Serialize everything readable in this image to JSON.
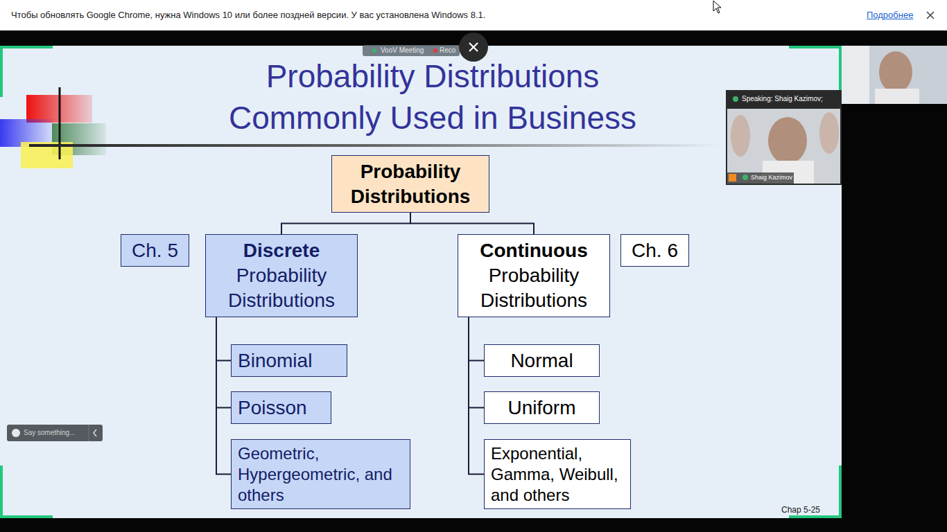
{
  "diagram": {
    "title": "Probability Distributions Commonly Used in Business",
    "nodes": [
      {
        "text": [
          "Probability Distributions"
        ]
      },
      {
        "text": [
          "Ch. 5"
        ]
      },
      {
        "text": [
          "Discrete",
          "Probability Distributions"
        ]
      },
      {
        "text": [
          "Continuous",
          "Probability Distributions"
        ]
      },
      {
        "text": [
          "Ch. 6"
        ]
      },
      {
        "text": [
          "Binomial"
        ]
      },
      {
        "text": [
          "Normal"
        ]
      },
      {
        "text": [
          "Poisson"
        ]
      },
      {
        "text": [
          "Uniform"
        ]
      },
      {
        "text": [
          "Geometric, Hypergeometric, and others"
        ]
      },
      {
        "text": [
          "Exponential, Gamma, Weibull, and others"
        ]
      }
    ],
    "edges": [
      {
        "from": 0,
        "to": 2,
        "arrow": "none"
      },
      {
        "from": 0,
        "to": 3,
        "arrow": "none"
      },
      {
        "from": 2,
        "to": 5,
        "arrow": "none"
      },
      {
        "from": 2,
        "to": 7,
        "arrow": "none"
      },
      {
        "from": 2,
        "to": 9,
        "arrow": "none"
      },
      {
        "from": 3,
        "to": 6,
        "arrow": "none"
      },
      {
        "from": 3,
        "to": 8,
        "arrow": "none"
      },
      {
        "from": 3,
        "to": 10,
        "arrow": "none"
      }
    ],
    "labels": [
      "Чтобы обновлять Google Chrome, нужна Windows 10 или более поздней версии. У вас установлена Windows 8.1.",
      "Подробнее",
      "VooV Meeting",
      "Reco",
      "Speaking: Shaig Kazimov;",
      "Shaig Kazimov",
      "Say something...",
      "Chap 5-25"
    ]
  }
}
